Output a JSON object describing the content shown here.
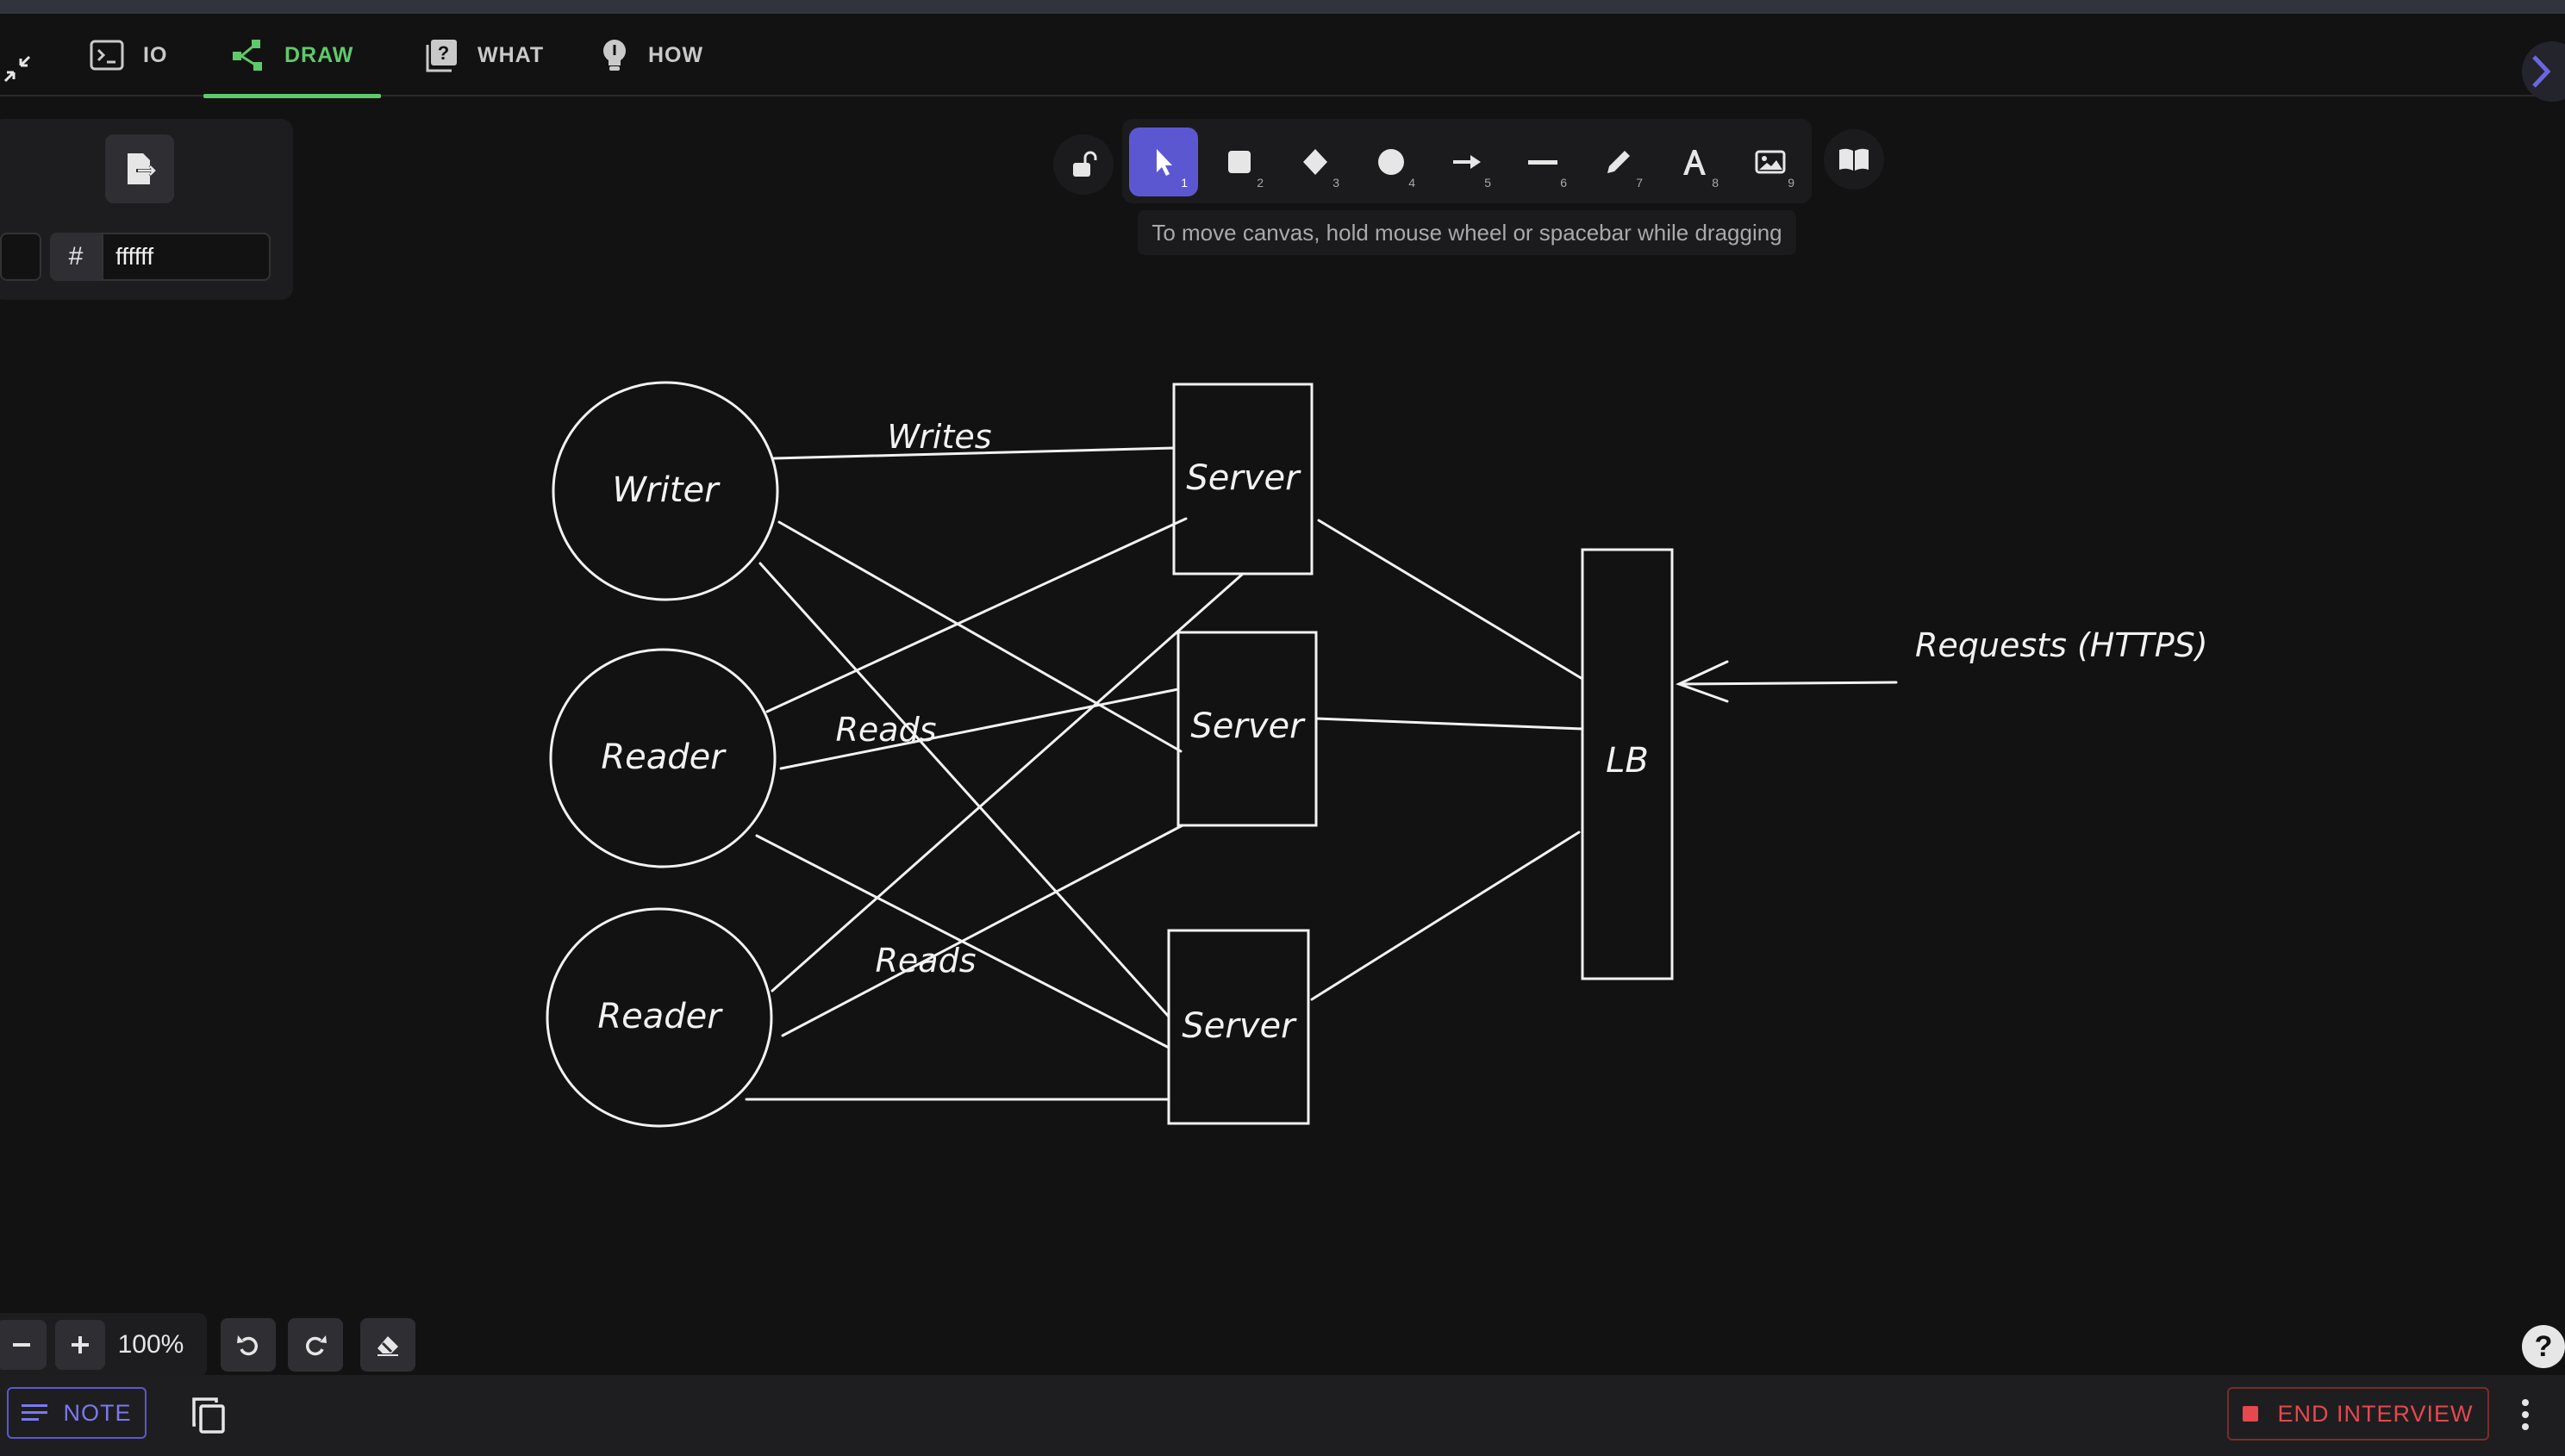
{
  "tabs": [
    {
      "label": "IO",
      "icon": "terminal-icon"
    },
    {
      "label": "DRAW",
      "icon": "diagram-icon",
      "active": true
    },
    {
      "label": "WHAT",
      "icon": "question-book-icon"
    },
    {
      "label": "HOW",
      "icon": "lightbulb-icon"
    }
  ],
  "panel": {
    "hash": "#",
    "hex_value": "ffffff"
  },
  "toolbar": {
    "tools": [
      {
        "name": "selection",
        "key": "1",
        "active": true
      },
      {
        "name": "rectangle",
        "key": "2"
      },
      {
        "name": "diamond",
        "key": "3"
      },
      {
        "name": "ellipse",
        "key": "4"
      },
      {
        "name": "arrow",
        "key": "5"
      },
      {
        "name": "line",
        "key": "6"
      },
      {
        "name": "draw",
        "key": "7"
      },
      {
        "name": "text",
        "key": "8"
      },
      {
        "name": "image",
        "key": "9"
      }
    ],
    "hint": "To move canvas, hold mouse wheel or spacebar while dragging"
  },
  "diagram": {
    "nodes": {
      "writer": "Writer",
      "reader1": "Reader",
      "reader2": "Reader",
      "server1": "Server",
      "server2": "Server",
      "server3": "Server",
      "lb": "LB"
    },
    "labels": {
      "writes": "Writes",
      "reads1": "Reads",
      "reads2": "Reads",
      "requests": "Requests (HTTPS)"
    }
  },
  "zoom": {
    "level": "100%"
  },
  "bottom": {
    "note_label": "NOTE",
    "end_label": "END INTERVIEW"
  },
  "colors": {
    "accent": "#5b57d1",
    "tab_active": "#5fc96a",
    "danger": "#e5484d",
    "stroke": "#f2f2f2"
  }
}
